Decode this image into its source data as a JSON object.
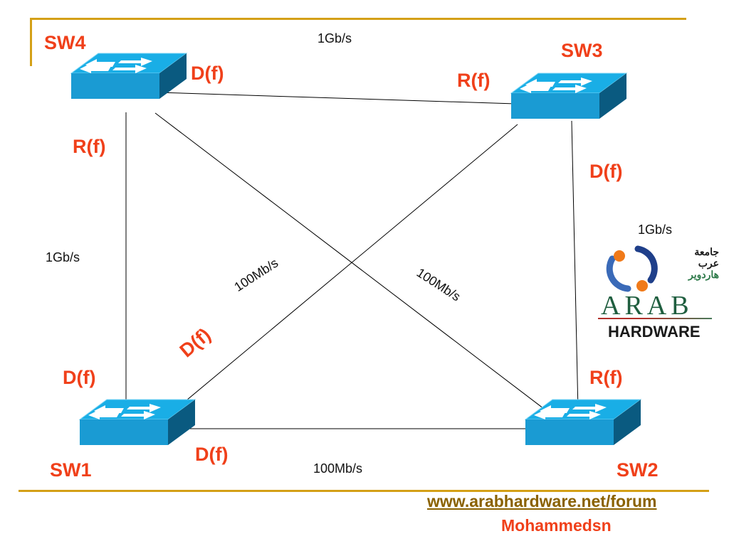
{
  "diagram": {
    "switches": [
      {
        "id": "sw1",
        "name": "SW1"
      },
      {
        "id": "sw2",
        "name": "SW2"
      },
      {
        "id": "sw3",
        "name": "SW3"
      },
      {
        "id": "sw4",
        "name": "SW4"
      }
    ],
    "links": [
      {
        "from": "SW4",
        "to": "SW3",
        "speed": "1Gb/s",
        "ports": {
          "SW4": "D(f)",
          "SW3": "R(f)"
        }
      },
      {
        "from": "SW4",
        "to": "SW1",
        "speed": "1Gb/s",
        "ports": {
          "SW4": "R(f)",
          "SW1": "D(f)"
        }
      },
      {
        "from": "SW3",
        "to": "SW2",
        "speed": "1Gb/s",
        "ports": {
          "SW3": "D(f)",
          "SW2": "R(f)"
        }
      },
      {
        "from": "SW1",
        "to": "SW2",
        "speed": "100Mb/s",
        "ports": {
          "SW1": "D(f)"
        }
      },
      {
        "from": "SW1",
        "to": "SW3",
        "speed": "100Mb/s",
        "ports": {
          "SW1": "D(f)"
        }
      },
      {
        "from": "SW4",
        "to": "SW2",
        "speed": "100Mb/s"
      }
    ],
    "port_labels": {
      "sw4_right": "D(f)",
      "sw4_below": "R(f)",
      "sw3_left": "R(f)",
      "sw3_below": "D(f)",
      "sw1_above": "D(f)",
      "sw1_diag": "D(f)",
      "sw1_right": "D(f)",
      "sw2_above": "R(f)"
    },
    "speed_labels": {
      "top": "1Gb/s",
      "left": "1Gb/s",
      "right": "1Gb/s",
      "bottom": "100Mb/s",
      "diag_up": "100Mb/s",
      "diag_down": "100Mb/s"
    }
  },
  "logo": {
    "arabic_line1": "جامعة",
    "arabic_line2": "عرب",
    "arabic_line3": "هاردوير",
    "arab": "ARAB",
    "hardware": "HARDWARE"
  },
  "footer": {
    "link": "www.arabhardware.net/forum",
    "author": "Mohammedsn"
  },
  "colors": {
    "label_red": "#f0401a",
    "frame_gold": "#d4a017",
    "link_brown": "#8a6100",
    "switch_top": "#19aee6",
    "switch_front": "#1a9bd3",
    "switch_side": "#0a5a80"
  }
}
